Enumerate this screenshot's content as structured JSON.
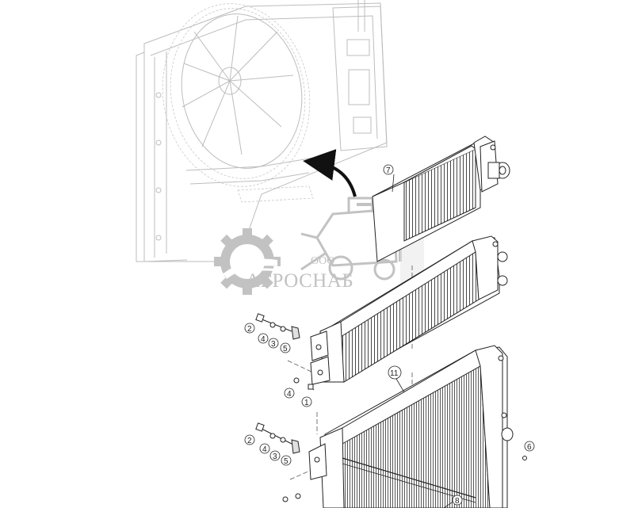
{
  "watermark": {
    "company_prefix": "ООО",
    "company_name": "АГРОСНАБ",
    "colors": {
      "watermark": "#c2c2c2",
      "lines": "#222222",
      "ghost_lines": "#bdbdbd",
      "arrow": "#111111"
    },
    "icons": [
      "gear-logo-icon",
      "combine-harvester-icon"
    ]
  },
  "callouts": {
    "c7": "7",
    "c11": "11",
    "c8": "8",
    "c6": "6",
    "c2a": "2",
    "c4a": "4",
    "c3a": "3",
    "c5a": "5",
    "c4b": "4",
    "c1": "1",
    "c2b": "2",
    "c4c": "4",
    "c3b": "3",
    "c5b": "5"
  }
}
